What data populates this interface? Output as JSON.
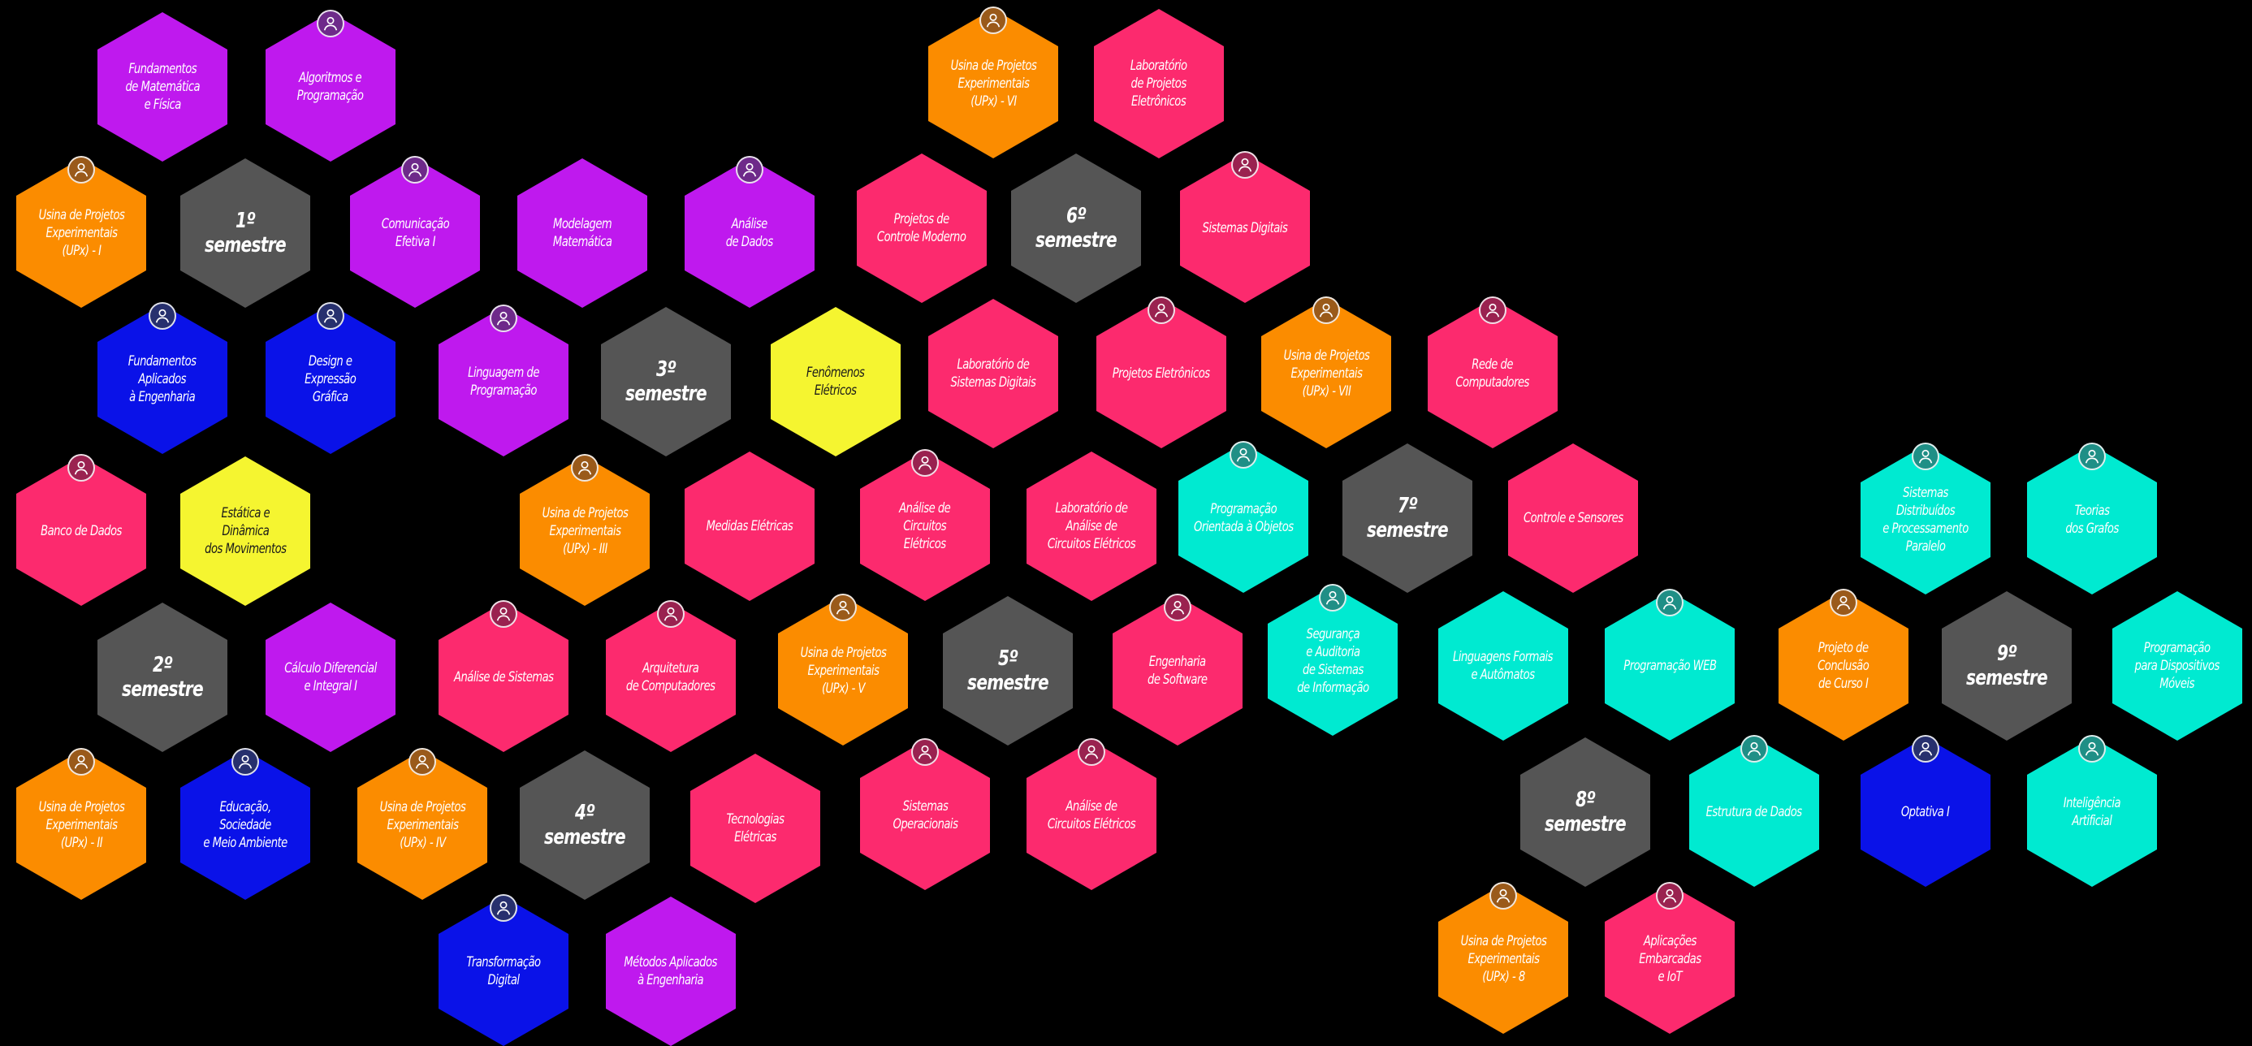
{
  "colors": {
    "background": "#000000",
    "semester": "#555555",
    "math_cs": "#bf19ee",
    "projects": "#fb8c00",
    "electronics": "#fc2a6e",
    "computing": "#00ead1",
    "basic": "#0a12e8",
    "physics": "#f5f530",
    "badge_icon": "user-icon"
  },
  "cells": [
    {
      "id": "fund-mat-fis",
      "label": "Fundamentos\nde Matemática\ne Física",
      "group": "math_cs",
      "badge": false
    },
    {
      "id": "algoritmos",
      "label": "Algoritmos e\nProgramação",
      "group": "math_cs",
      "badge": true
    },
    {
      "id": "upx-1",
      "label": "Usina de Projetos\nExperimentais\n(UPx) - I",
      "group": "projects",
      "badge": true
    },
    {
      "id": "sem-1",
      "label": "1º semestre",
      "group": "semester",
      "badge": false
    },
    {
      "id": "comunicacao",
      "label": "Comunicação\nEfetiva I",
      "group": "math_cs",
      "badge": true
    },
    {
      "id": "modelagem",
      "label": "Modelagem\nMatemática",
      "group": "math_cs",
      "badge": false
    },
    {
      "id": "analise-dados",
      "label": "Análise\nde Dados",
      "group": "math_cs",
      "badge": true
    },
    {
      "id": "upx-6",
      "label": "Usina de Projetos\nExperimentais\n(UPx) - VI",
      "group": "projects",
      "badge": true
    },
    {
      "id": "lab-proj-eletronicos",
      "label": "Laboratório\nde Projetos\nEletrônicos",
      "group": "electronics",
      "badge": false
    },
    {
      "id": "controle-moderno",
      "label": "Projetos de\nControle Moderno",
      "group": "electronics",
      "badge": false
    },
    {
      "id": "sem-6",
      "label": "6º semestre",
      "group": "semester",
      "badge": false
    },
    {
      "id": "sistemas-digitais",
      "label": "Sistemas Digitais",
      "group": "electronics",
      "badge": true
    },
    {
      "id": "fund-aplicados",
      "label": "Fundamentos\nAplicados\nà Engenharia",
      "group": "basic",
      "badge": true
    },
    {
      "id": "design",
      "label": "Design e\nExpressão\nGráfica",
      "group": "basic",
      "badge": true
    },
    {
      "id": "linguagem-prog",
      "label": "Linguagem de\nProgramação",
      "group": "math_cs",
      "badge": true
    },
    {
      "id": "sem-3",
      "label": "3º semestre",
      "group": "semester",
      "badge": false
    },
    {
      "id": "fenomenos",
      "label": "Fenômenos\nElétricos",
      "group": "physics",
      "badge": false
    },
    {
      "id": "lab-sist-digitais",
      "label": "Laboratório de\nSistemas Digitais",
      "group": "electronics",
      "badge": false
    },
    {
      "id": "proj-eletronicos",
      "label": "Projetos Eletrônicos",
      "group": "electronics",
      "badge": true
    },
    {
      "id": "upx-7",
      "label": "Usina de Projetos\nExperimentais\n(UPx) - VII",
      "group": "projects",
      "badge": true
    },
    {
      "id": "rede-comp",
      "label": "Rede de\nComputadores",
      "group": "electronics",
      "badge": true
    },
    {
      "id": "banco-dados",
      "label": "Banco de Dados",
      "group": "electronics",
      "badge": true
    },
    {
      "id": "estatica",
      "label": "Estática e\nDinâmica\ndos Movimentos",
      "group": "physics",
      "badge": false
    },
    {
      "id": "upx-3",
      "label": "Usina de Projetos\nExperimentais\n(UPx) - III",
      "group": "projects",
      "badge": true
    },
    {
      "id": "medidas",
      "label": "Medidas Elétricas",
      "group": "electronics",
      "badge": false
    },
    {
      "id": "analise-circuitos",
      "label": "Análise de\nCircuitos\nElétricos",
      "group": "electronics",
      "badge": true
    },
    {
      "id": "lab-analise-circuitos",
      "label": "Laboratório de\nAnálise de\nCircuitos Elétricos",
      "group": "electronics",
      "badge": false
    },
    {
      "id": "poo",
      "label": "Programação\nOrientada à Objetos",
      "group": "computing",
      "badge": true
    },
    {
      "id": "sem-7",
      "label": "7º semestre",
      "group": "semester",
      "badge": false
    },
    {
      "id": "controle-sensores",
      "label": "Controle e Sensores",
      "group": "electronics",
      "badge": false
    },
    {
      "id": "sist-distribuidos",
      "label": "Sistemas Distribuídos\ne Processamento\nParalelo",
      "group": "computing",
      "badge": true
    },
    {
      "id": "teorias-grafos",
      "label": "Teorias\ndos Grafos",
      "group": "computing",
      "badge": true
    },
    {
      "id": "sem-2",
      "label": "2º semestre",
      "group": "semester",
      "badge": false
    },
    {
      "id": "calculo",
      "label": "Cálculo Diferencial\ne Integral I",
      "group": "math_cs",
      "badge": false
    },
    {
      "id": "analise-sistemas",
      "label": "Análise de Sistemas",
      "group": "electronics",
      "badge": true
    },
    {
      "id": "arquitetura",
      "label": "Arquitetura\nde Computadores",
      "group": "electronics",
      "badge": true
    },
    {
      "id": "upx-5",
      "label": "Usina de Projetos\nExperimentais\n(UPx) - V",
      "group": "projects",
      "badge": true
    },
    {
      "id": "sem-5",
      "label": "5º semestre",
      "group": "semester",
      "badge": false
    },
    {
      "id": "eng-software",
      "label": "Engenharia\nde Software",
      "group": "electronics",
      "badge": true
    },
    {
      "id": "seguranca",
      "label": "Segurança\ne Auditoria\nde Sistemas\nde Informação",
      "group": "computing",
      "badge": true
    },
    {
      "id": "linguagens-formais",
      "label": "Linguagens Formais\ne Autômatos",
      "group": "computing",
      "badge": false
    },
    {
      "id": "prog-web",
      "label": "Programação WEB",
      "group": "computing",
      "badge": true
    },
    {
      "id": "tcc",
      "label": "Projeto de\nConclusão\nde Curso I",
      "group": "projects",
      "badge": true
    },
    {
      "id": "sem-9",
      "label": "9º semestre",
      "group": "semester",
      "badge": false
    },
    {
      "id": "prog-moveis",
      "label": "Programação\npara Dispositivos\nMóveis",
      "group": "computing",
      "badge": false
    },
    {
      "id": "upx-2",
      "label": "Usina de Projetos\nExperimentais\n(UPx) - II",
      "group": "projects",
      "badge": true
    },
    {
      "id": "educacao",
      "label": "Educação,\nSociedade\ne Meio Ambiente",
      "group": "basic",
      "badge": true
    },
    {
      "id": "upx-4",
      "label": "Usina de Projetos\nExperimentais\n(UPx) - IV",
      "group": "projects",
      "badge": true
    },
    {
      "id": "sem-4",
      "label": "4º semestre",
      "group": "semester",
      "badge": false
    },
    {
      "id": "tec-eletricas",
      "label": "Tecnologias Elétricas",
      "group": "electronics",
      "badge": false
    },
    {
      "id": "sist-operacionais",
      "label": "Sistemas\nOperacionais",
      "group": "electronics",
      "badge": true
    },
    {
      "id": "analise-circuitos-2",
      "label": "Análise de\nCircuitos Elétricos",
      "group": "electronics",
      "badge": true
    },
    {
      "id": "sem-8",
      "label": "8º semestre",
      "group": "semester",
      "badge": false
    },
    {
      "id": "estrutura-dados",
      "label": "Estrutura de Dados",
      "group": "computing",
      "badge": true
    },
    {
      "id": "optativa",
      "label": "Optativa I",
      "group": "basic",
      "badge": true
    },
    {
      "id": "ia",
      "label": "Inteligência\nArtificial",
      "group": "computing",
      "badge": true
    },
    {
      "id": "transformacao",
      "label": "Transformação Digital",
      "group": "basic",
      "badge": true
    },
    {
      "id": "metodos",
      "label": "Métodos Aplicados\nà Engenharia",
      "group": "math_cs",
      "badge": false
    },
    {
      "id": "upx-8",
      "label": "Usina de Projetos\nExperimentais\n(UPx) - 8",
      "group": "projects",
      "badge": true
    },
    {
      "id": "embarcadas",
      "label": "Aplicações\nEmbarcadas\ne IoT",
      "group": "electronics",
      "badge": true
    }
  ]
}
